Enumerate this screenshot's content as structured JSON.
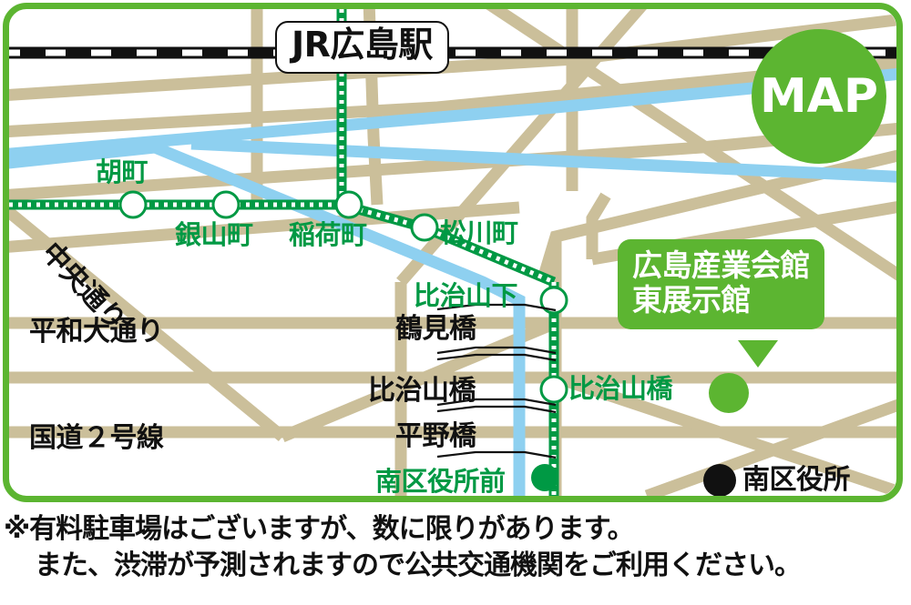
{
  "map": {
    "badge_label": "MAP",
    "station_box_label": "JR広島駅",
    "tram_stations": [
      {
        "name": "胡町"
      },
      {
        "name": "銀山町"
      },
      {
        "name": "稲荷町"
      },
      {
        "name": "松川町"
      },
      {
        "name": "比治山下"
      },
      {
        "name": "比治山橋"
      },
      {
        "name": "南区役所前"
      }
    ],
    "roads": [
      {
        "name": "中央通り"
      },
      {
        "name": "平和大通り"
      },
      {
        "name": "国道２号線"
      }
    ],
    "bridges": [
      {
        "name": "鶴見橋"
      },
      {
        "name": "比治山橋"
      },
      {
        "name": "平野橋"
      }
    ],
    "poi": [
      {
        "name": "南区役所",
        "marker": "black-dot"
      }
    ],
    "callout": {
      "line1": "広島産業会館",
      "line2": "東展示館"
    },
    "colors": {
      "brand_green": "#5cb531",
      "label_green": "#009944",
      "road_tan": "#cbbf9a",
      "river_blue": "#8ed0f0",
      "rail_black": "#111111",
      "white": "#ffffff"
    }
  },
  "notes": {
    "line1": "※有料駐車場はございますが、数に限りがあります。",
    "line2": "また、渋滞が予測されますので公共交通機関をご利用ください。"
  }
}
